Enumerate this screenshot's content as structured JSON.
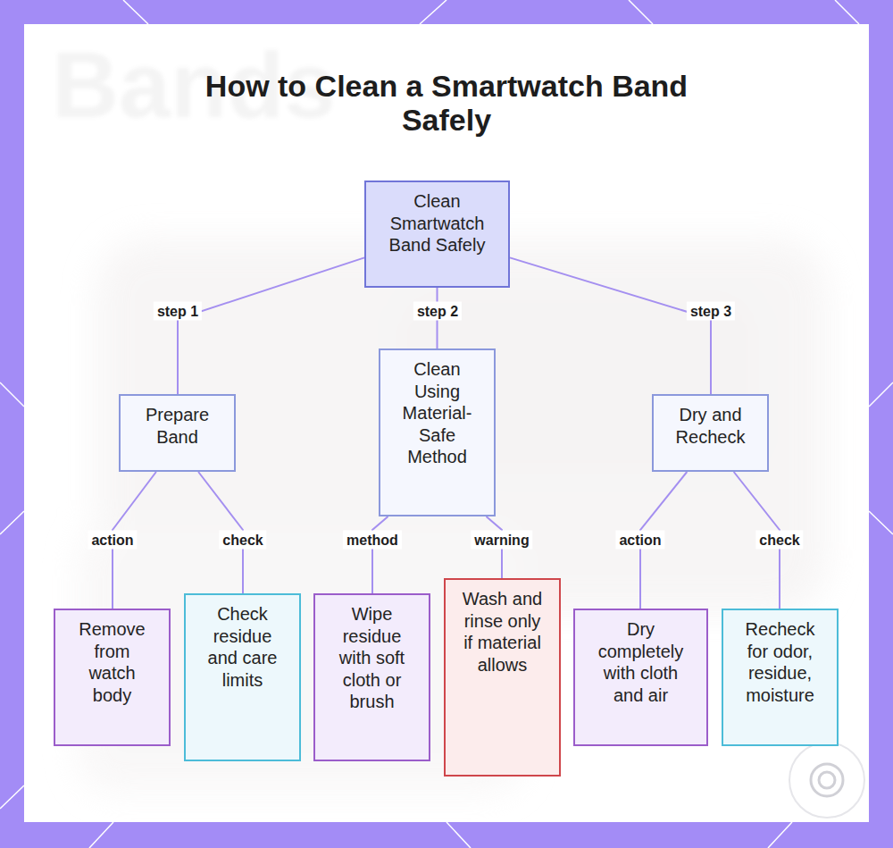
{
  "diagram": {
    "title": "How to Clean a Smartwatch Band Safely",
    "nodes": [
      {
        "text": [
          "Clean Smartwatch Band Safely"
        ]
      },
      {
        "text": [
          "Prepare Band"
        ]
      },
      {
        "text": [
          "Clean Using Material-Safe Method"
        ]
      },
      {
        "text": [
          "Dry and Recheck"
        ]
      },
      {
        "text": [
          "Remove from watch body"
        ]
      },
      {
        "text": [
          "Check residue and care limits"
        ]
      },
      {
        "text": [
          "Wipe residue with soft cloth or brush"
        ]
      },
      {
        "text": [
          "Wash and rinse only if material allows"
        ]
      },
      {
        "text": [
          "Dry completely with cloth and air"
        ]
      },
      {
        "text": [
          "Recheck for odor, residue, moisture"
        ]
      }
    ],
    "edges": [
      {
        "from": 0,
        "to": 1,
        "label": "step 1",
        "arrow": "none"
      },
      {
        "from": 0,
        "to": 2,
        "label": "step 2",
        "arrow": "none"
      },
      {
        "from": 0,
        "to": 3,
        "label": "step 3",
        "arrow": "none"
      },
      {
        "from": 1,
        "to": 4,
        "label": "action",
        "arrow": "none"
      },
      {
        "from": 1,
        "to": 5,
        "label": "check",
        "arrow": "none"
      },
      {
        "from": 2,
        "to": 6,
        "label": "method",
        "arrow": "none"
      },
      {
        "from": 2,
        "to": 7,
        "label": "warning",
        "arrow": "none"
      },
      {
        "from": 3,
        "to": 8,
        "label": "action",
        "arrow": "none"
      },
      {
        "from": 3,
        "to": 9,
        "label": "check",
        "arrow": "none"
      }
    ],
    "labels": [
      "Bands"
    ]
  }
}
